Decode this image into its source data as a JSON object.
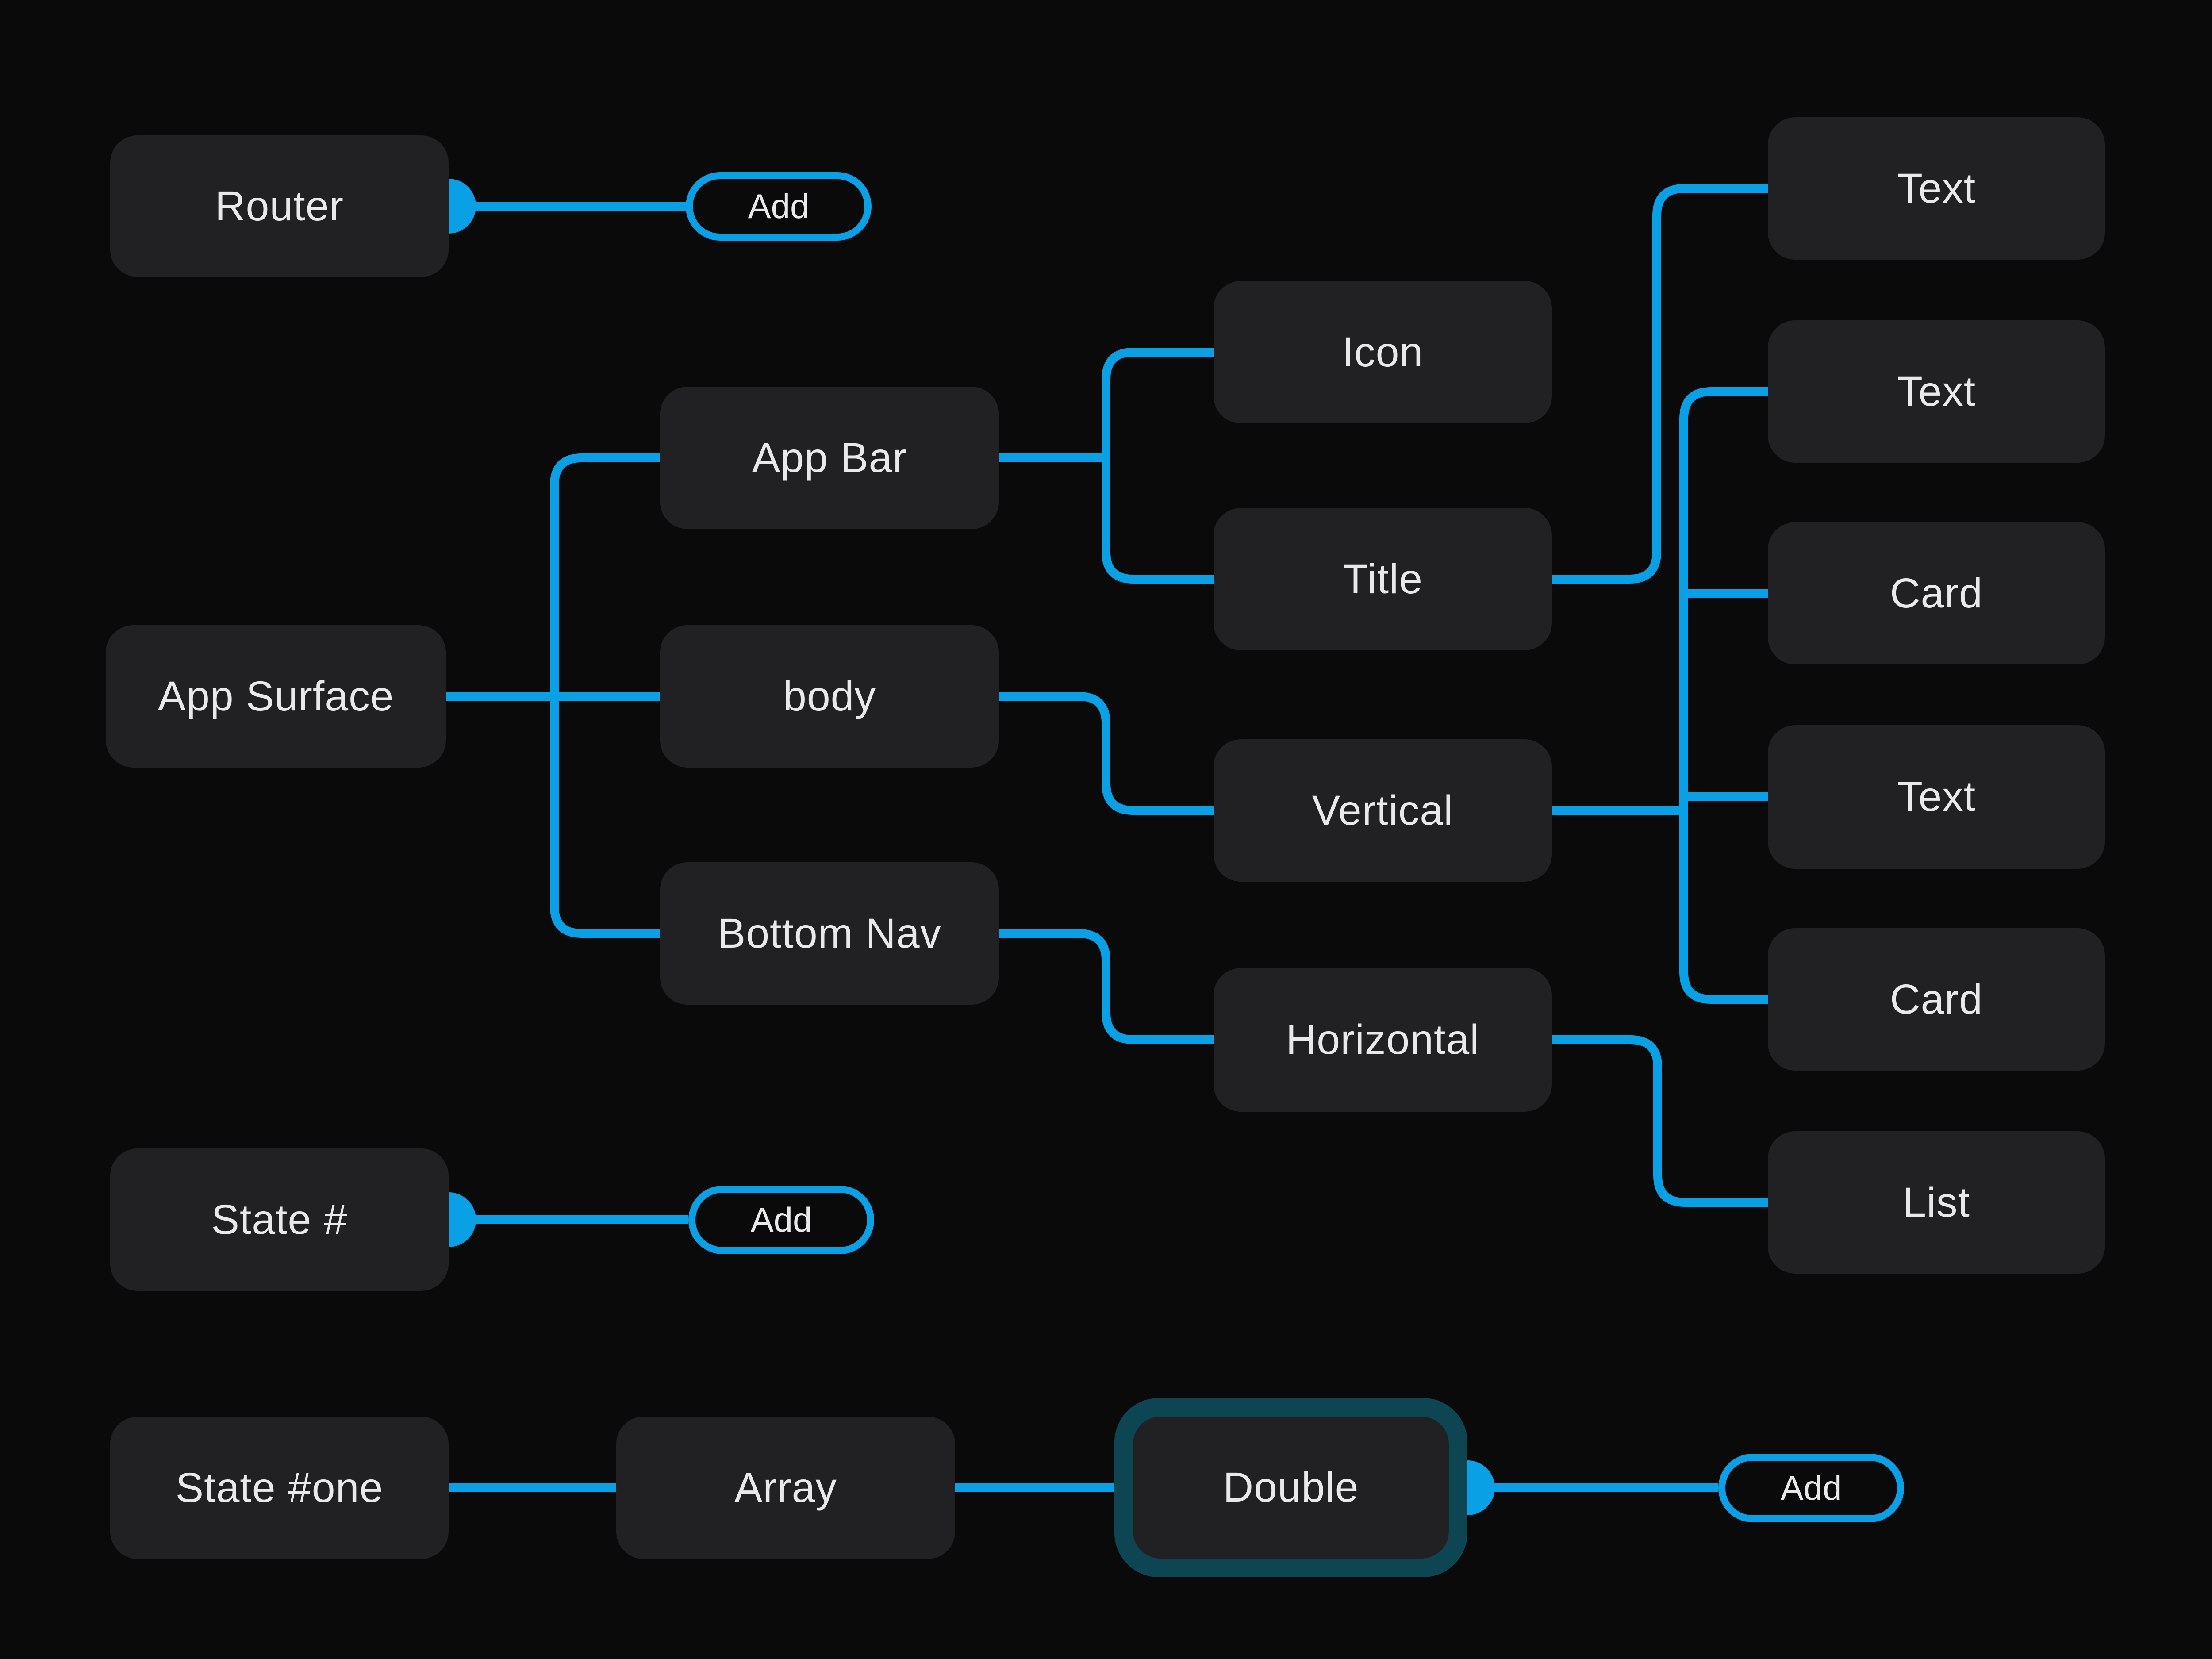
{
  "canvas": {
    "background_color": "#0a0a0b",
    "accent_blue": "#0aa0e6",
    "selection_teal": "#0d4553",
    "node_fill": "#212124",
    "text_color": "#e9e9eb"
  },
  "nodes": {
    "router": {
      "label": "Router"
    },
    "app_surface": {
      "label": "App Surface"
    },
    "app_bar": {
      "label": "App Bar"
    },
    "body": {
      "label": "body"
    },
    "bottom_nav": {
      "label": "Bottom Nav"
    },
    "icon": {
      "label": "Icon"
    },
    "title": {
      "label": "Title"
    },
    "vertical": {
      "label": "Vertical"
    },
    "horizontal": {
      "label": "Horizontal"
    },
    "text_1": {
      "label": "Text"
    },
    "text_2": {
      "label": "Text"
    },
    "card_1": {
      "label": "Card"
    },
    "text_3": {
      "label": "Text"
    },
    "card_2": {
      "label": "Card"
    },
    "list": {
      "label": "List"
    },
    "state_hash": {
      "label": "State #"
    },
    "state_one": {
      "label": "State #one"
    },
    "array": {
      "label": "Array"
    },
    "double": {
      "label": "Double",
      "selected": true
    }
  },
  "buttons": {
    "add_router": {
      "label": "Add"
    },
    "add_state": {
      "label": "Add"
    },
    "add_double": {
      "label": "Add"
    }
  }
}
